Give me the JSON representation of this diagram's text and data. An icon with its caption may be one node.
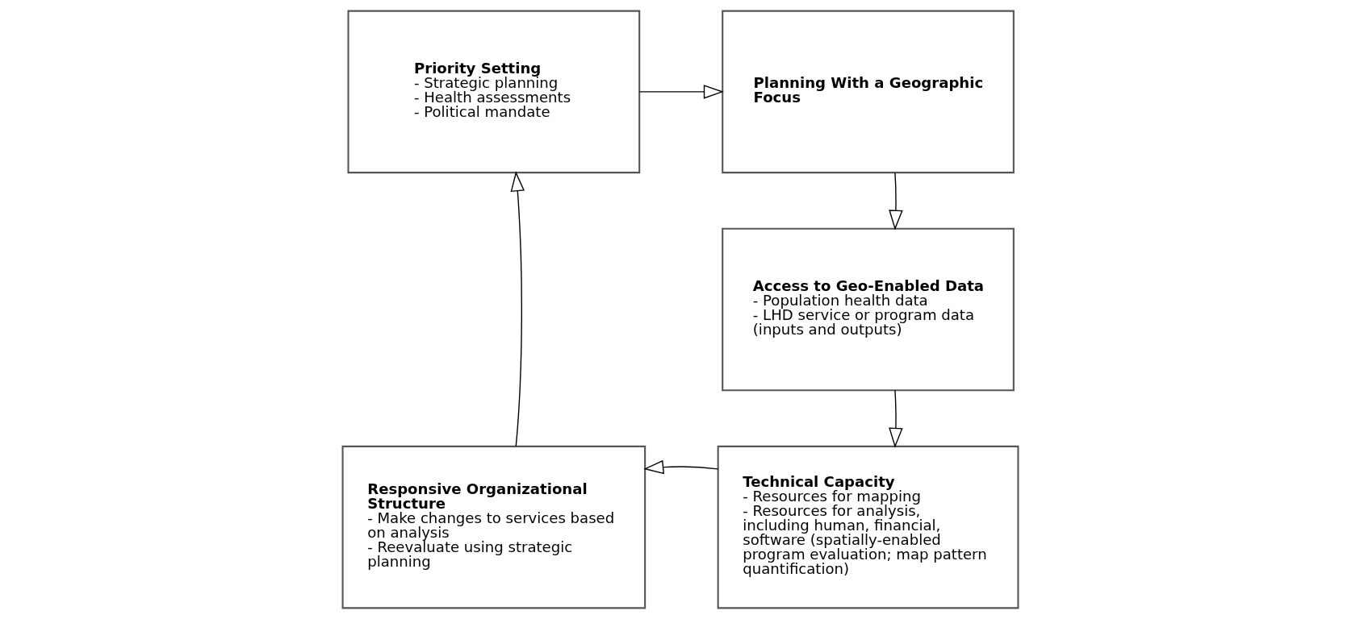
{
  "diagram": {
    "nodes": [
      {
        "text": [
          "Priority Setting",
          "- Strategic planning",
          "- Health assessments",
          "- Political mandate"
        ]
      },
      {
        "text": [
          "Planning With a Geographic Focus"
        ]
      },
      {
        "text": [
          "Access to Geo-Enabled Data",
          "- Population health data",
          "- LHD service or program data (inputs and outputs)"
        ]
      },
      {
        "text": [
          "Technical Capacity",
          "- Resources for mapping",
          "- Resources for analysis, including human, financial, software (spatially-enabled program evaluation; map pattern quantification)"
        ]
      },
      {
        "text": [
          "Responsive Organizational Structure",
          "- Make changes to services based on analysis",
          "- Reevaluate using strategic planning"
        ]
      }
    ],
    "edges": [
      {
        "from": 0,
        "to": 1,
        "arrow": "to"
      },
      {
        "from": 1,
        "to": 2,
        "arrow": "to"
      },
      {
        "from": 2,
        "to": 3,
        "arrow": "to"
      },
      {
        "from": 3,
        "to": 4,
        "arrow": "to"
      },
      {
        "from": 4,
        "to": 0,
        "arrow": "to"
      }
    ]
  }
}
